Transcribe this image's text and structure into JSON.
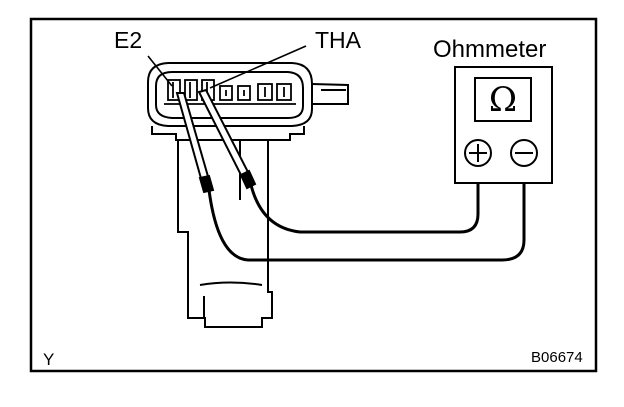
{
  "labels": {
    "e2": "E2",
    "tha": "THA",
    "ohmmeter": "Ohmmeter",
    "corner": "Y",
    "figure_code": "B06674"
  },
  "meter": {
    "display_symbol": "Ω",
    "positive_terminal_icon": "plus-terminal-icon",
    "negative_terminal_icon": "minus-terminal-icon"
  },
  "colors": {
    "ink": "#000000",
    "paper": "#ffffff"
  }
}
